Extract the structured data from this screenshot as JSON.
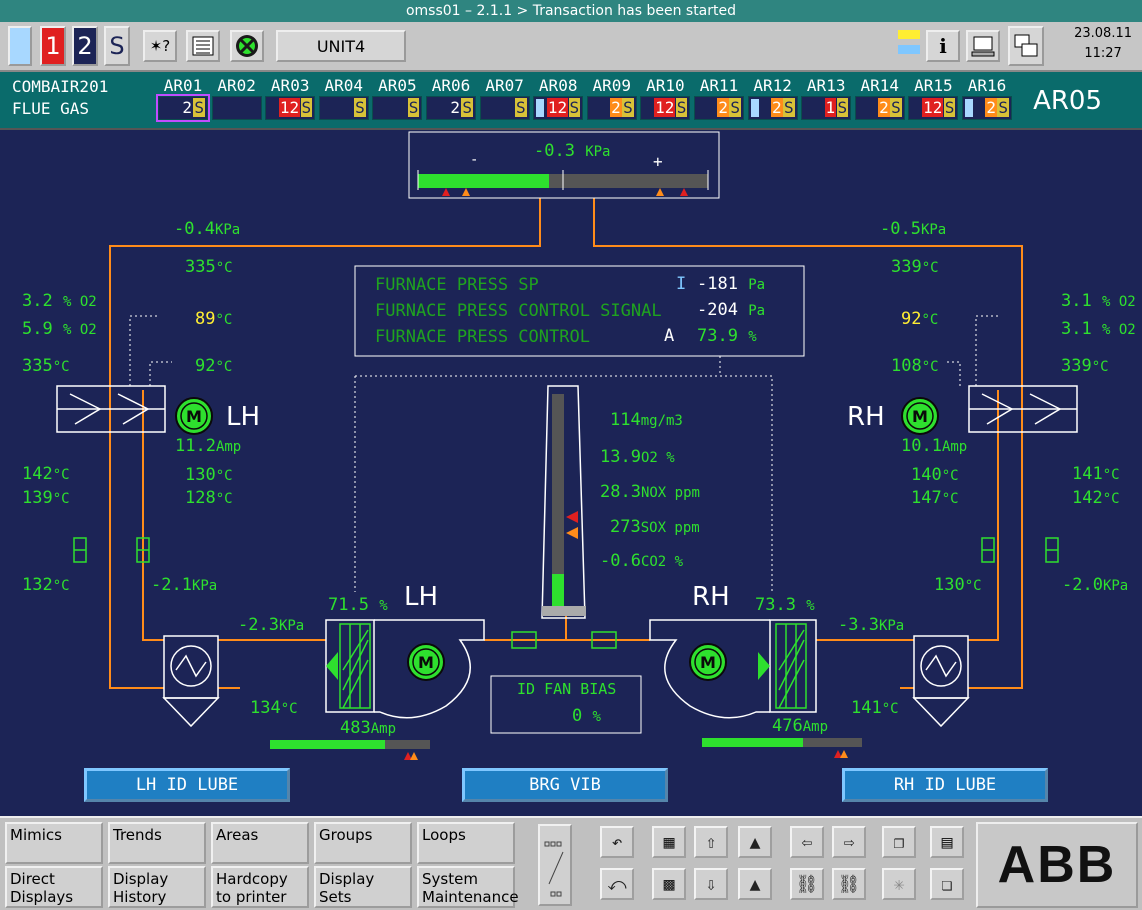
{
  "window": {
    "title": "omss01 –  2.1.1  > Transaction has been started"
  },
  "toolbar": {
    "btn1": "1",
    "btn2": "2",
    "btnS": "S",
    "btnHelp": "✶?",
    "unit": "UNIT4",
    "info": "i",
    "date": "23.08.11",
    "time": "11:27"
  },
  "areas": {
    "name_line1": "COMBAIR201",
    "name_line2": "FLUE GAS",
    "current": "AR05",
    "items": [
      {
        "label": "AR01",
        "n": "2",
        "s": "S",
        "marker": "none"
      },
      {
        "label": "AR02",
        "n": "",
        "s": "",
        "marker": "none"
      },
      {
        "label": "AR03",
        "n": "12",
        "s": "S",
        "marker": "red"
      },
      {
        "label": "AR04",
        "n": "",
        "s": "S",
        "marker": "none"
      },
      {
        "label": "AR05",
        "n": "",
        "s": "S",
        "marker": "none"
      },
      {
        "label": "AR06",
        "n": "2",
        "s": "S",
        "marker": "none"
      },
      {
        "label": "AR07",
        "n": "",
        "s": "S",
        "marker": "none"
      },
      {
        "label": "AR08",
        "n": "12",
        "s": "S",
        "marker": "blue-red"
      },
      {
        "label": "AR09",
        "n": "2",
        "s": "S",
        "marker": "orange"
      },
      {
        "label": "AR10",
        "n": "12",
        "s": "S",
        "marker": "red"
      },
      {
        "label": "AR11",
        "n": "2",
        "s": "S",
        "marker": "orange"
      },
      {
        "label": "AR12",
        "n": "2",
        "s": "S",
        "marker": "blue-orange"
      },
      {
        "label": "AR13",
        "n": "1",
        "s": "S",
        "marker": "red"
      },
      {
        "label": "AR14",
        "n": "2",
        "s": "S",
        "marker": "orange"
      },
      {
        "label": "AR15",
        "n": "12",
        "s": "S",
        "marker": "red"
      },
      {
        "label": "AR16",
        "n": "2",
        "s": "S",
        "marker": "blue-orange"
      }
    ]
  },
  "furnace": {
    "press_value": "-0.3",
    "press_unit": "KPa",
    "minus": "-",
    "plus": "+",
    "bar_fill": 0.45,
    "sp_label": "FURNACE PRESS SP",
    "sp_mode": "I",
    "sp_value": "-181",
    "sp_unit": "Pa",
    "sig_label": "FURNACE PRESS CONTROL SIGNAL",
    "sig_value": "-204",
    "sig_unit": "Pa",
    "ctl_label": "FURNACE PRESS CONTROL",
    "ctl_mode": "A",
    "ctl_value": "73.9",
    "ctl_unit": "%"
  },
  "lh": {
    "duct_press": "-0.4",
    "duct_press_unit": "KPa",
    "temp_top": "335",
    "c": "°C",
    "o2a": "3.2",
    "o2b": "5.9",
    "o2_unit": "% O2",
    "temp_left": "335",
    "t89": "89",
    "t92": "92",
    "label": "LH",
    "motor_amp": "11.2",
    "amp_unit": "Amp",
    "t142": "142",
    "t139": "139",
    "t130": "130",
    "t128": "128",
    "t132": "132",
    "press_mid": "-2.1",
    "press_fan": "-2.3",
    "kpa": "KPa",
    "fan_pct": "71.5",
    "pct": "%",
    "fan_label": "LH",
    "t134": "134",
    "fan_amp": "483",
    "amp_fill": 0.72,
    "lube": "LH ID LUBE"
  },
  "rh": {
    "duct_press": "-0.5",
    "duct_press_unit": "KPa",
    "temp_top": "339",
    "o2a": "3.1",
    "o2b": "3.1",
    "o2_unit": "% O2",
    "temp_right": "339",
    "t92": "92",
    "t108": "108",
    "label": "RH",
    "motor_amp": "10.1",
    "t141a": "141",
    "t142": "142",
    "t140": "140",
    "t147": "147",
    "t130": "130",
    "press_mid": "-2.0",
    "press_fan": "-3.3",
    "fan_pct": "73.3",
    "fan_label": "RH",
    "t141b": "141",
    "fan_amp": "476",
    "amp_fill": 0.63,
    "lube": "RH ID LUBE"
  },
  "stack": {
    "dust": "114",
    "dust_unit": "mg/m3",
    "o2": "13.9",
    "o2_unit": "O2 %",
    "nox": "28.3",
    "nox_unit": "NOX ppm",
    "sox": "273",
    "sox_unit": "SOX ppm",
    "co2": "-0.6",
    "co2_unit": "CO2 %",
    "bar_fill": 0.15
  },
  "bias": {
    "label": "ID FAN BIAS",
    "value": "0",
    "unit": "%"
  },
  "brg": "BRG VIB",
  "nav": {
    "mimics": "Mimics",
    "trends": "Trends",
    "areas": "Areas",
    "groups": "Groups",
    "loops": "Loops",
    "direct": "Direct Displays",
    "history": "Display History",
    "hardcopy": "Hardcopy to printer",
    "sets": "Display Sets",
    "sysmaint": "System Maintenance"
  },
  "brand": "ABB",
  "colors": {
    "green": "#2ee02e",
    "orange": "#ff8c1a",
    "yellow": "#ffee33",
    "red": "#e02020",
    "bg": "#1c2456"
  }
}
